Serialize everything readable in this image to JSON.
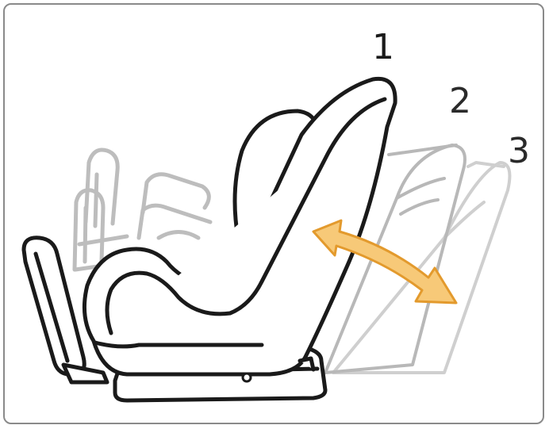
{
  "positions": [
    {
      "label": "1",
      "state": "upright"
    },
    {
      "label": "2",
      "state": "middle-recline"
    },
    {
      "label": "3",
      "state": "full-recline"
    }
  ],
  "colors": {
    "outline": "#1a1a1a",
    "ghost_outline": "#b8b8b8",
    "ghost_outline_far": "#cfcfcf",
    "arrow_fill": "#f7c978",
    "arrow_stroke": "#e39a2d",
    "frame_border": "#8a8a8a"
  },
  "icons": {
    "recline_arrow": "double-headed-curved-arrow-icon"
  }
}
